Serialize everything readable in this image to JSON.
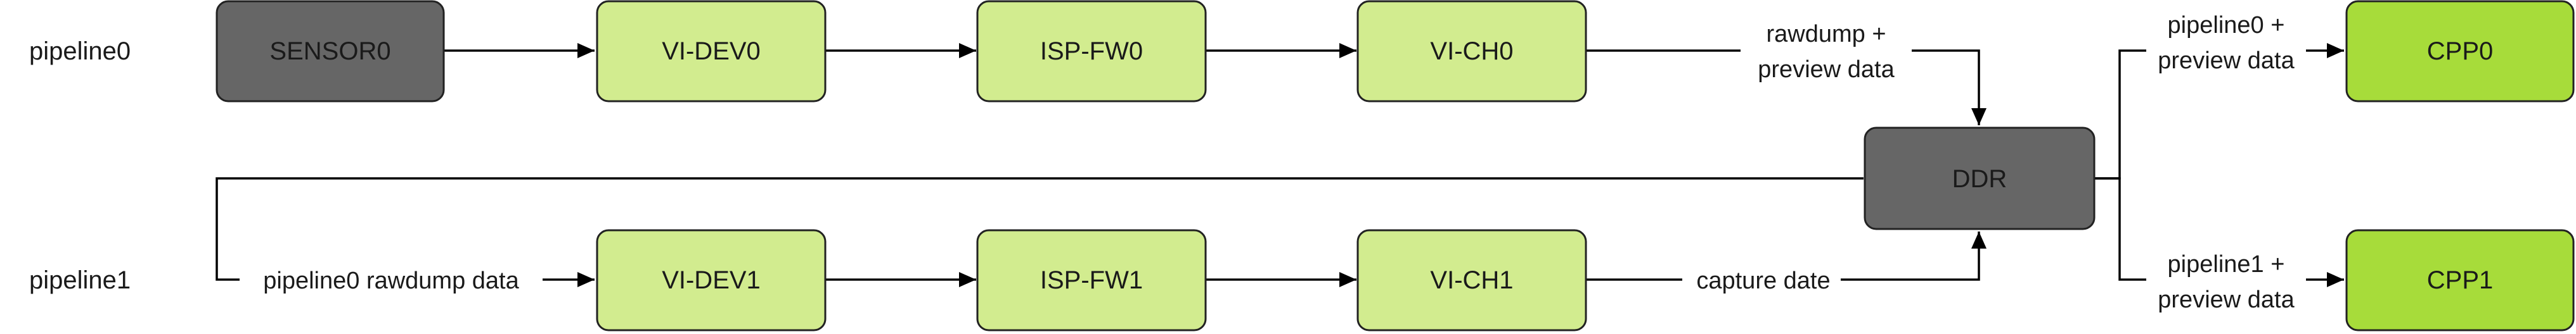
{
  "rows": {
    "pipeline0": "pipeline0",
    "pipeline1": "pipeline1"
  },
  "nodes": {
    "sensor0": "SENSOR0",
    "vi_dev0": "VI-DEV0",
    "isp_fw0": "ISP-FW0",
    "vi_ch0": "VI-CH0",
    "ddr": "DDR",
    "cpp0": "CPP0",
    "vi_dev1": "VI-DEV1",
    "isp_fw1": "ISP-FW1",
    "vi_ch1": "VI-CH1",
    "cpp1": "CPP1"
  },
  "edge_labels": {
    "rawdump_line1": "rawdump +",
    "rawdump_line2": "preview data",
    "pipeline0_rawdump": "pipeline0 rawdump data",
    "capture": "capture date",
    "p0_preview_line1": "pipeline0 +",
    "p0_preview_line2": "preview data",
    "p1_preview_line1": "pipeline1 +",
    "p1_preview_line2": "preview data"
  },
  "colors": {
    "dark_node": "#666666",
    "light_green": "#d2ec8f",
    "bright_green": "#a7dc3a"
  }
}
